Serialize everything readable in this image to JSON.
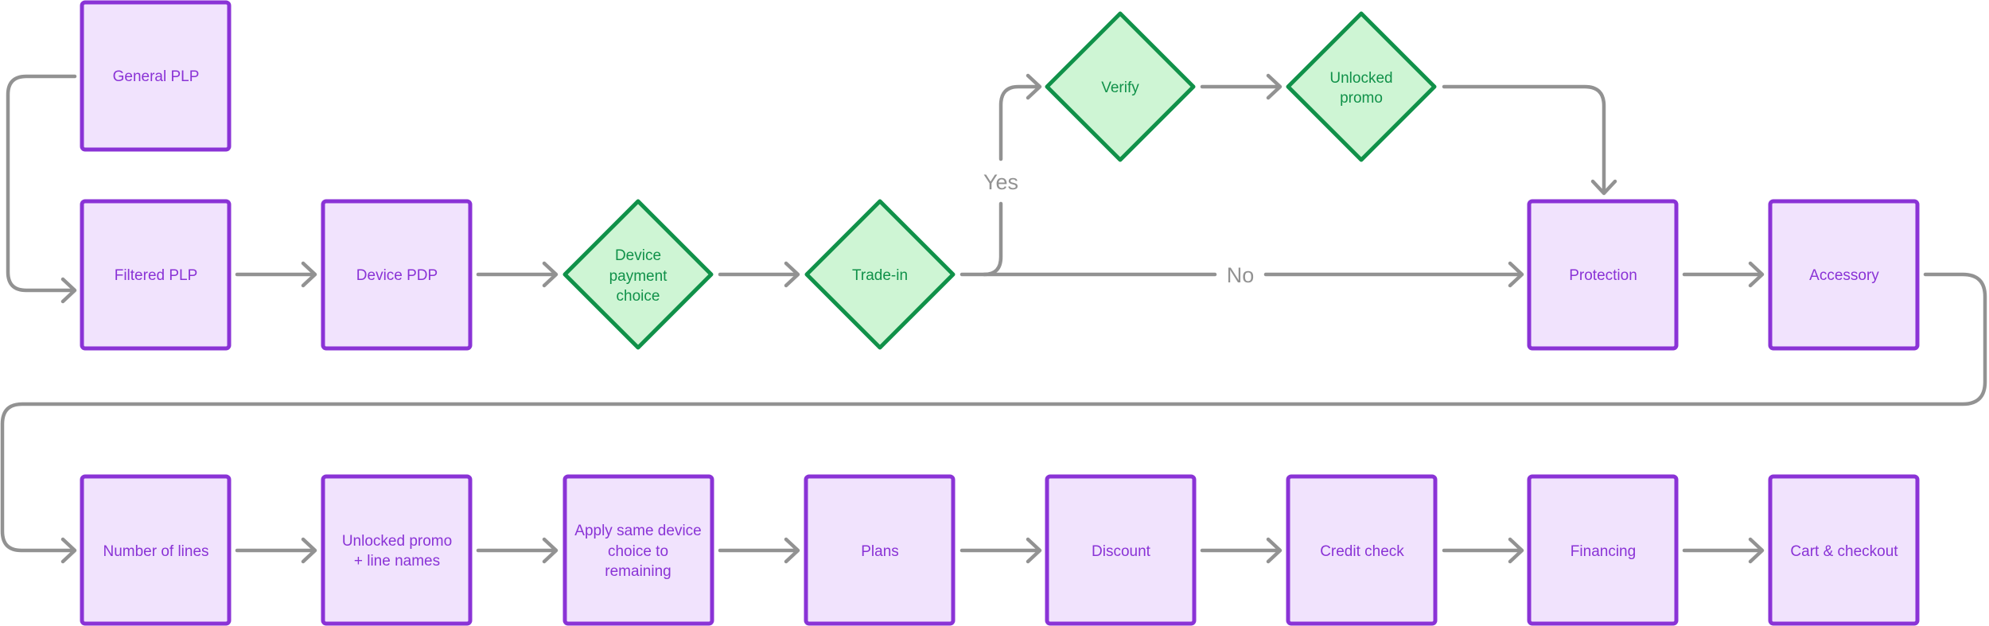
{
  "nodes": {
    "general_plp": {
      "shape": "box",
      "lines": [
        "General PLP"
      ]
    },
    "filtered_plp": {
      "shape": "box",
      "lines": [
        "Filtered PLP"
      ]
    },
    "device_pdp": {
      "shape": "box",
      "lines": [
        "Device PDP"
      ]
    },
    "device_payment_choice": {
      "shape": "diamond",
      "lines": [
        "Device",
        "payment",
        "choice"
      ]
    },
    "trade_in": {
      "shape": "diamond",
      "lines": [
        "Trade-in"
      ]
    },
    "verify": {
      "shape": "diamond",
      "lines": [
        "Verify"
      ]
    },
    "unlocked_promo": {
      "shape": "diamond",
      "lines": [
        "Unlocked",
        "promo"
      ]
    },
    "protection": {
      "shape": "box",
      "lines": [
        "Protection"
      ]
    },
    "accessory": {
      "shape": "box",
      "lines": [
        "Accessory"
      ]
    },
    "number_of_lines": {
      "shape": "box",
      "lines": [
        "Number of lines"
      ]
    },
    "unlocked_promo_line_names": {
      "shape": "box",
      "lines": [
        "Unlocked promo",
        "+ line names"
      ]
    },
    "apply_same_device_choice": {
      "shape": "box",
      "lines": [
        "Apply same device",
        "choice to",
        "remaining"
      ]
    },
    "plans": {
      "shape": "box",
      "lines": [
        "Plans"
      ]
    },
    "discount": {
      "shape": "box",
      "lines": [
        "Discount"
      ]
    },
    "credit_check": {
      "shape": "box",
      "lines": [
        "Credit check"
      ]
    },
    "financing": {
      "shape": "box",
      "lines": [
        "Financing"
      ]
    },
    "cart_checkout": {
      "shape": "box",
      "lines": [
        "Cart & checkout"
      ]
    }
  },
  "edges": [
    {
      "from": "general_plp",
      "to": "filtered_plp",
      "label": ""
    },
    {
      "from": "filtered_plp",
      "to": "device_pdp",
      "label": ""
    },
    {
      "from": "device_pdp",
      "to": "device_payment_choice",
      "label": ""
    },
    {
      "from": "device_payment_choice",
      "to": "trade_in",
      "label": ""
    },
    {
      "from": "trade_in",
      "to": "verify",
      "label": "Yes"
    },
    {
      "from": "verify",
      "to": "unlocked_promo",
      "label": ""
    },
    {
      "from": "unlocked_promo",
      "to": "protection",
      "label": ""
    },
    {
      "from": "trade_in",
      "to": "protection",
      "label": "No"
    },
    {
      "from": "protection",
      "to": "accessory",
      "label": ""
    },
    {
      "from": "accessory",
      "to": "number_of_lines",
      "label": ""
    },
    {
      "from": "number_of_lines",
      "to": "unlocked_promo_line_names",
      "label": ""
    },
    {
      "from": "unlocked_promo_line_names",
      "to": "apply_same_device_choice",
      "label": ""
    },
    {
      "from": "apply_same_device_choice",
      "to": "plans",
      "label": ""
    },
    {
      "from": "plans",
      "to": "discount",
      "label": ""
    },
    {
      "from": "discount",
      "to": "credit_check",
      "label": ""
    },
    {
      "from": "credit_check",
      "to": "financing",
      "label": ""
    },
    {
      "from": "financing",
      "to": "cart_checkout",
      "label": ""
    }
  ],
  "colors": {
    "box_fill": "#f1e3fd",
    "box_stroke": "#8a33d6",
    "diamond_fill": "#cef5d4",
    "diamond_stroke": "#109149",
    "connector": "#929292"
  }
}
